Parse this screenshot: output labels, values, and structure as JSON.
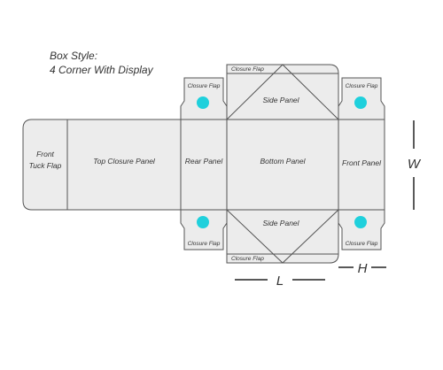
{
  "heading": {
    "line1": "Box Style:",
    "line2": "4 Corner With Display"
  },
  "panels": {
    "front_tuck_flap_line1": "Front",
    "front_tuck_flap_line2": "Tuck Flap",
    "top_closure": "Top Closure Panel",
    "rear": "Rear Panel",
    "bottom": "Bottom Panel",
    "front": "Front Panel",
    "side_top": "Side Panel",
    "side_bottom": "Side Panel",
    "closure_flap_top": "Closure Flap",
    "closure_flap_bottom": "Closure Flap",
    "corner_flap_tl": "Closure Flap",
    "corner_flap_tr": "Closure Flap",
    "corner_flap_bl": "Closure Flap",
    "corner_flap_br": "Closure Flap"
  },
  "dimensions": {
    "length": "L",
    "height": "H",
    "width": "W"
  },
  "colors": {
    "panel_fill": "#ececec",
    "outline": "#555555",
    "dot": "#1fd0dc",
    "text": "#333333"
  }
}
